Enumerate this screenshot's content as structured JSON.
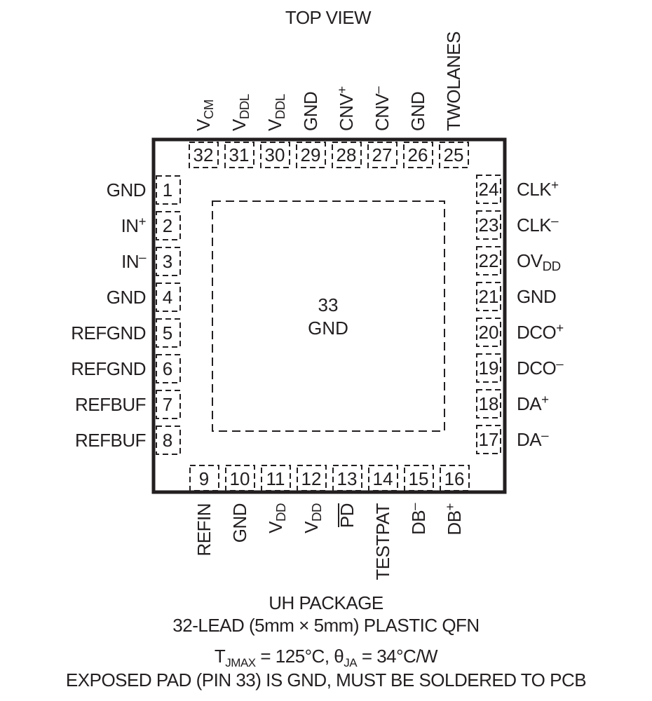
{
  "header": {
    "title": "TOP VIEW"
  },
  "chip": {
    "exposed_pad": {
      "number": "33",
      "name": "GND"
    },
    "left_pins": [
      {
        "num": "1",
        "label": [
          [
            "GND",
            ""
          ]
        ]
      },
      {
        "num": "2",
        "label": [
          [
            "IN",
            ""
          ],
          [
            "+",
            "sup"
          ]
        ]
      },
      {
        "num": "3",
        "label": [
          [
            "IN",
            ""
          ],
          [
            "–",
            "sup"
          ]
        ]
      },
      {
        "num": "4",
        "label": [
          [
            "GND",
            ""
          ]
        ]
      },
      {
        "num": "5",
        "label": [
          [
            "REFGND",
            ""
          ]
        ]
      },
      {
        "num": "6",
        "label": [
          [
            "REFGND",
            ""
          ]
        ]
      },
      {
        "num": "7",
        "label": [
          [
            "REFBUF",
            ""
          ]
        ]
      },
      {
        "num": "8",
        "label": [
          [
            "REFBUF",
            ""
          ]
        ]
      }
    ],
    "bottom_pins": [
      {
        "num": "9",
        "label": [
          [
            "REFIN",
            ""
          ]
        ]
      },
      {
        "num": "10",
        "label": [
          [
            "GND",
            ""
          ]
        ]
      },
      {
        "num": "11",
        "label": [
          [
            "V",
            ""
          ],
          [
            "DD",
            "sub"
          ]
        ]
      },
      {
        "num": "12",
        "label": [
          [
            "V",
            ""
          ],
          [
            "DD",
            "sub"
          ]
        ]
      },
      {
        "num": "13",
        "label": [
          [
            "PD",
            "over"
          ]
        ]
      },
      {
        "num": "14",
        "label": [
          [
            "TESTPAT",
            ""
          ]
        ]
      },
      {
        "num": "15",
        "label": [
          [
            "DB",
            ""
          ],
          [
            "–",
            "sup"
          ]
        ]
      },
      {
        "num": "16",
        "label": [
          [
            "DB",
            ""
          ],
          [
            "+",
            "sup"
          ]
        ]
      }
    ],
    "right_pins": [
      {
        "num": "17",
        "label": [
          [
            "DA",
            ""
          ],
          [
            "–",
            "sup"
          ]
        ]
      },
      {
        "num": "18",
        "label": [
          [
            "DA",
            ""
          ],
          [
            "+",
            "sup"
          ]
        ]
      },
      {
        "num": "19",
        "label": [
          [
            "DCO",
            ""
          ],
          [
            "–",
            "sup"
          ]
        ]
      },
      {
        "num": "20",
        "label": [
          [
            "DCO",
            ""
          ],
          [
            "+",
            "sup"
          ]
        ]
      },
      {
        "num": "21",
        "label": [
          [
            "GND",
            ""
          ]
        ]
      },
      {
        "num": "22",
        "label": [
          [
            "OV",
            ""
          ],
          [
            "DD",
            "sub"
          ]
        ]
      },
      {
        "num": "23",
        "label": [
          [
            "CLK",
            ""
          ],
          [
            "–",
            "sup"
          ]
        ]
      },
      {
        "num": "24",
        "label": [
          [
            "CLK",
            ""
          ],
          [
            "+",
            "sup"
          ]
        ]
      }
    ],
    "top_pins": [
      {
        "num": "25",
        "label": [
          [
            "TWOLANES",
            ""
          ]
        ]
      },
      {
        "num": "26",
        "label": [
          [
            "GND",
            ""
          ]
        ]
      },
      {
        "num": "27",
        "label": [
          [
            "CNV",
            ""
          ],
          [
            "–",
            "sup"
          ]
        ]
      },
      {
        "num": "28",
        "label": [
          [
            "CNV",
            ""
          ],
          [
            "+",
            "sup"
          ]
        ]
      },
      {
        "num": "29",
        "label": [
          [
            "GND",
            ""
          ]
        ]
      },
      {
        "num": "30",
        "label": [
          [
            "V",
            ""
          ],
          [
            "DDL",
            "sub"
          ]
        ]
      },
      {
        "num": "31",
        "label": [
          [
            "V",
            ""
          ],
          [
            "DDL",
            "sub"
          ]
        ]
      },
      {
        "num": "32",
        "label": [
          [
            "V",
            ""
          ],
          [
            "CM",
            "sub"
          ]
        ]
      }
    ]
  },
  "package": {
    "name": "UH PACKAGE",
    "description": "32-LEAD (5mm × 5mm) PLASTIC QFN",
    "thermal": {
      "tj_symbol": "T",
      "tj_sub": "JMAX",
      "tj_value": " = 125°C, ",
      "theta_symbol": "θ",
      "theta_sub": "JA",
      "theta_value": " = 34°C/W"
    },
    "note": "EXPOSED PAD (PIN 33) IS GND, MUST BE SOLDERED TO PCB"
  },
  "colors": {
    "ink": "#231f20",
    "background": "#ffffff"
  }
}
